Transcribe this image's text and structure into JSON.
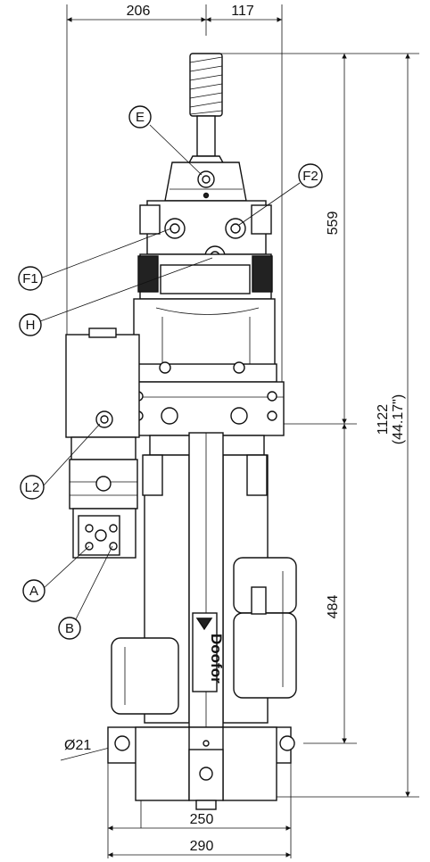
{
  "dimensions": {
    "top_left": "206",
    "top_right": "117",
    "upper_height": "559",
    "total_height": "1122",
    "total_height_inches": "(44.17\")",
    "lower_height": "484",
    "hole_diameter": "Ø21",
    "base_inner_width": "250",
    "base_outer_width": "290"
  },
  "callouts": {
    "E": "E",
    "F1": "F1",
    "F2": "F2",
    "H": "H",
    "L2": "L2",
    "A": "A",
    "B": "B"
  },
  "brand_label": "Doofor"
}
